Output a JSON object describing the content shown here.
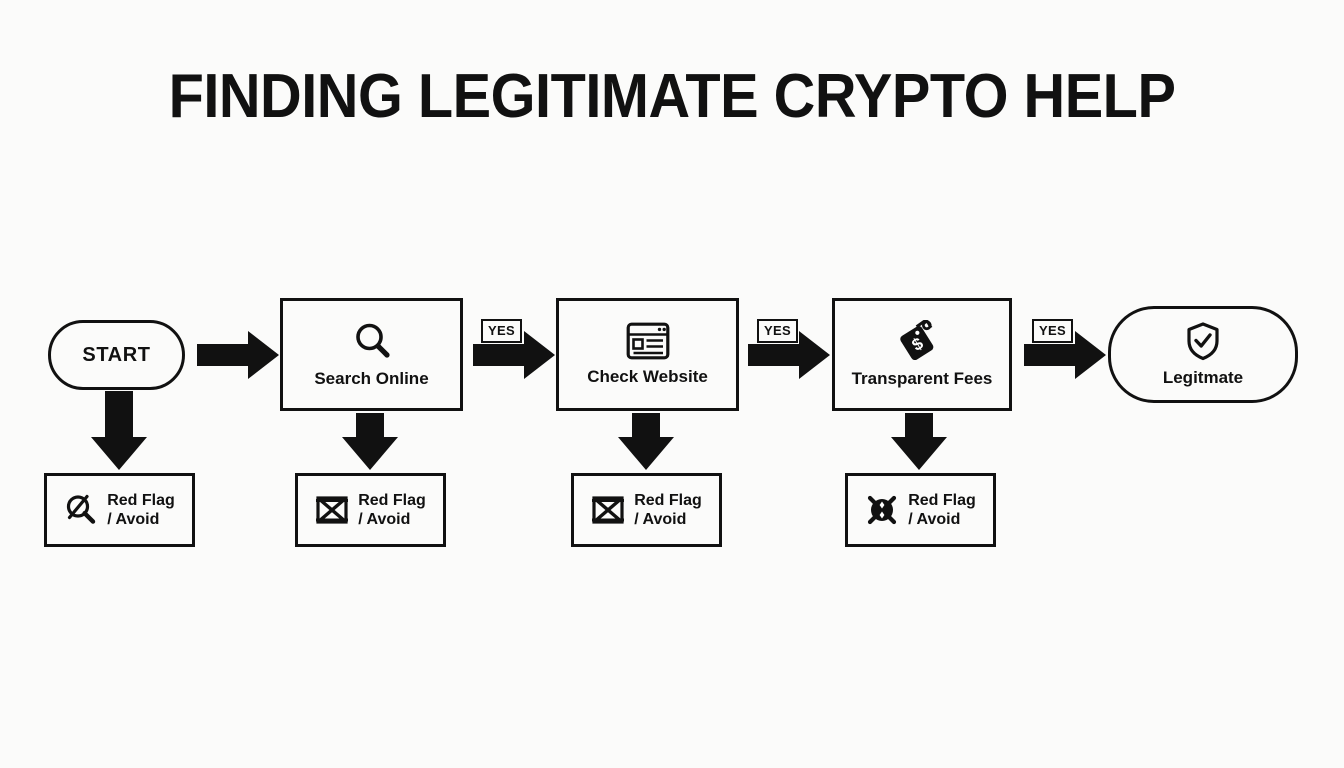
{
  "page": {
    "title": "FINDING LEGITIMATE CRYPTO HELP",
    "background_color": "#fbfbfa",
    "ink_color": "#111111"
  },
  "flow": {
    "start": {
      "label": "START",
      "shape": "pill"
    },
    "steps": [
      {
        "label": "Search Online",
        "icon": "magnifier-icon",
        "shape": "rect"
      },
      {
        "label": "Check Website",
        "icon": "browser-window-icon",
        "shape": "rect"
      },
      {
        "label": "Transparent\nFees",
        "icon": "price-tag-dollar-icon",
        "shape": "rect"
      }
    ],
    "end": {
      "label": "Legitmate",
      "icon": "shield-check-icon",
      "shape": "pill"
    },
    "yes_labels": [
      "YES",
      "YES",
      "YES"
    ],
    "red_flags": [
      {
        "text": "Red Flag\n/ Avoid",
        "icon": "no-search-icon"
      },
      {
        "text": "Red Flag\n/ Avoid",
        "icon": "crossed-window-icon"
      },
      {
        "text": "Red Flag\n/ Avoid",
        "icon": "crossed-window-icon"
      },
      {
        "text": "Red Flag\n/ Avoid",
        "icon": "crossed-circle-icon"
      }
    ]
  }
}
